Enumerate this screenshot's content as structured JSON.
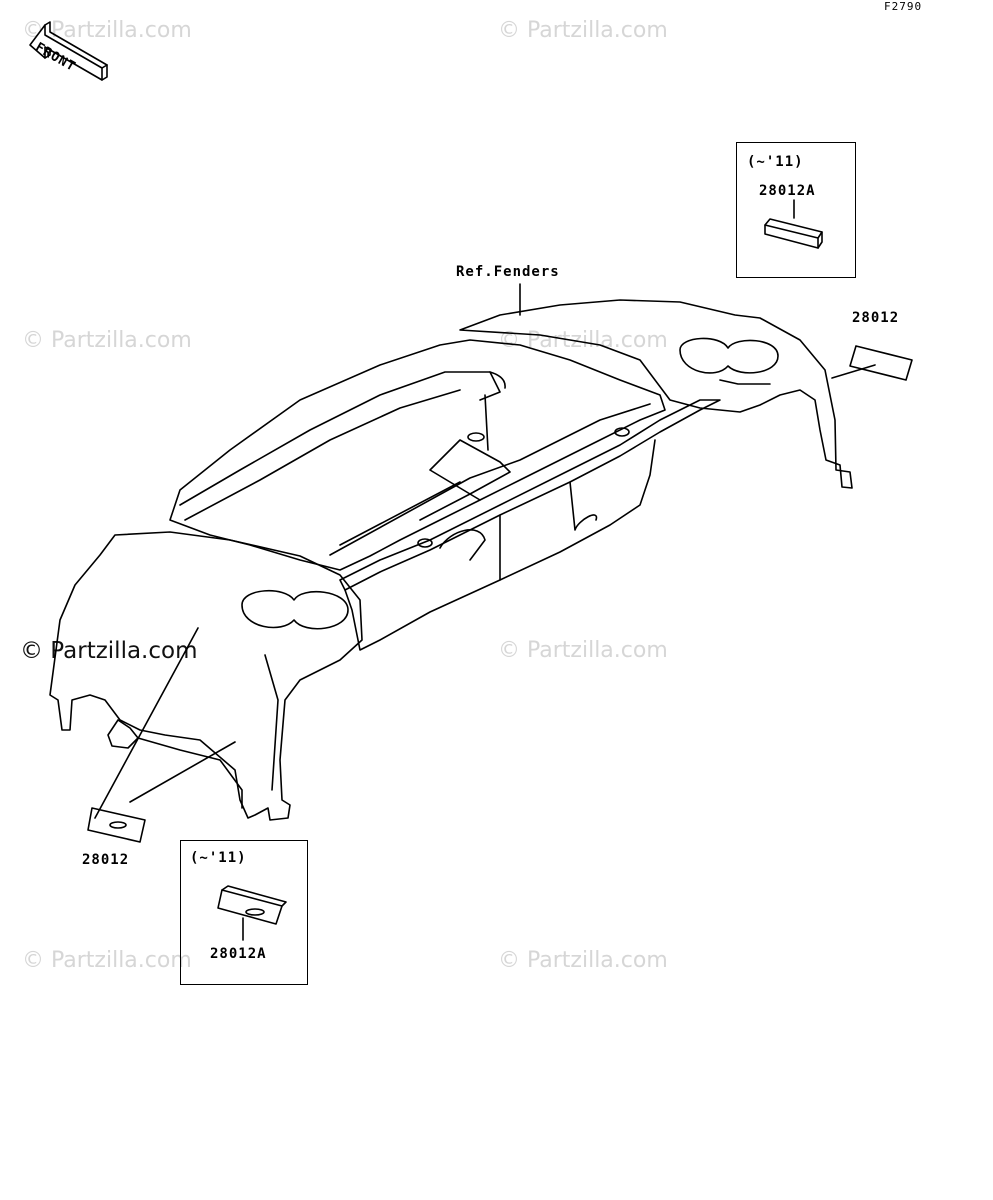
{
  "figure": {
    "code": "F2790",
    "front_label": "FRONT",
    "watermark": "© Partzilla.com"
  },
  "callouts": {
    "ref_fenders": "Ref.Fenders",
    "reflector_right": "28012",
    "reflector_left": "28012",
    "box_top": {
      "note": "(~'11)",
      "part": "28012A"
    },
    "box_bottom": {
      "note": "(~'11)",
      "part": "28012A"
    }
  }
}
